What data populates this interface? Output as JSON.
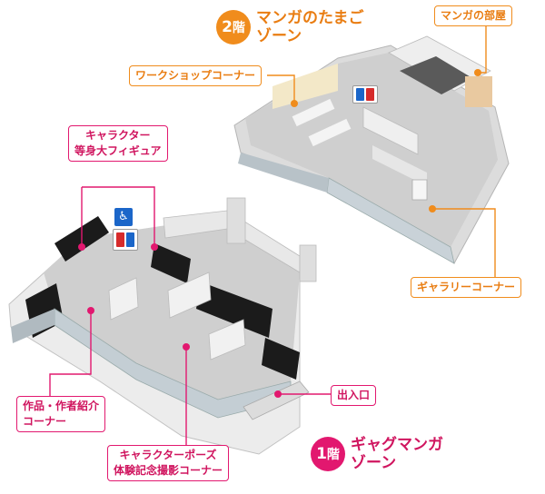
{
  "floors": [
    {
      "number": "2",
      "unit": "階",
      "zone_line1": "マンガのたまご",
      "zone_line2": "ゾーン",
      "color": "#f08c1c"
    },
    {
      "number": "1",
      "unit": "階",
      "zone_line1": "ギャグマンガ",
      "zone_line2": "ゾーン",
      "color": "#e2186f"
    }
  ],
  "labels": {
    "manga_room": "マンガの部屋",
    "workshop": "ワークショップコーナー",
    "gallery": "ギャラリーコーナー",
    "character_figure_1": "キャラクター",
    "character_figure_2": "等身大フィギュア",
    "works_intro_1": "作品・作者紹介",
    "works_intro_2": "コーナー",
    "entrance": "出入口",
    "pose_photo_1": "キャラクターポーズ",
    "pose_photo_2": "体験記念撮影コーナー"
  },
  "icons": {
    "restroom": "restroom-icon",
    "wheelchair": "wheelchair-icon"
  },
  "colors": {
    "floor2_accent": "#f08c1c",
    "floor1_accent": "#e2186f",
    "wall": "#e4e4e4",
    "floor_surface": "#cfcfcf",
    "dark_wall": "#1b1b1b"
  }
}
